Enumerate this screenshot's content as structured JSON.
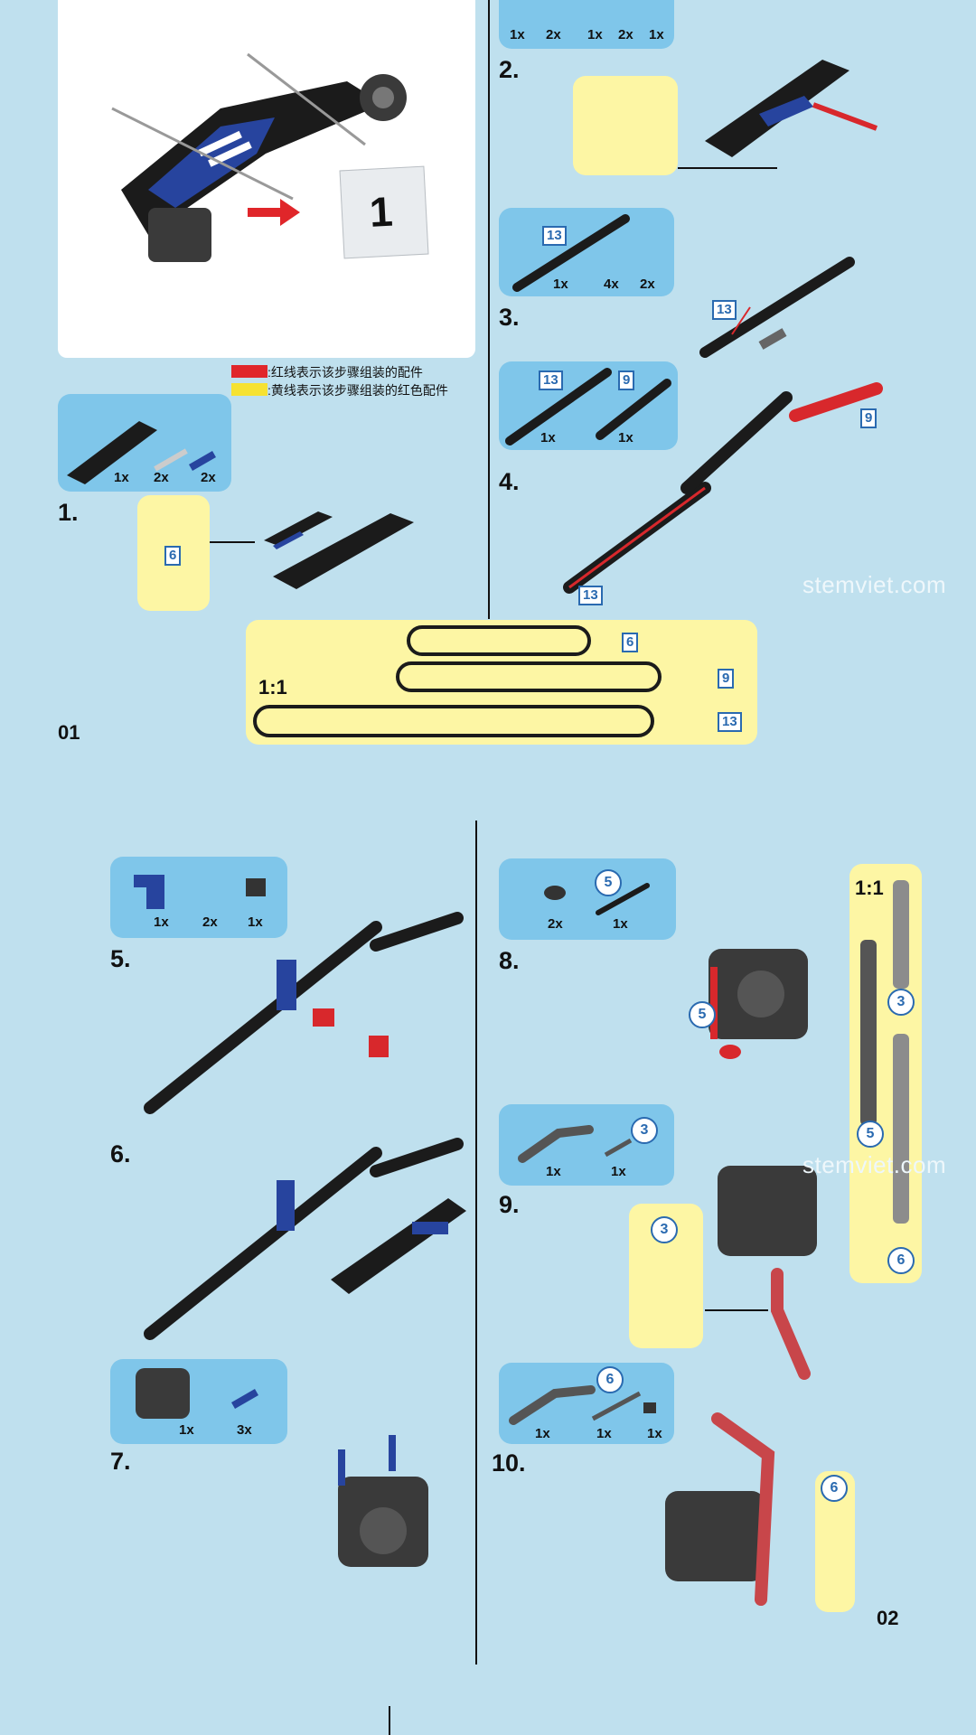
{
  "page_top": {
    "page_number": "01",
    "legend": [
      {
        "color": "#e0262a",
        "text": ":红线表示该步骤组装的配件"
      },
      {
        "color": "#f6e232",
        "text": ":黄线表示该步骤组装的红色配件"
      }
    ],
    "bag_number": "1",
    "steps": [
      {
        "number": "1.",
        "quantities": [
          "1x",
          "2x",
          "2x"
        ],
        "callout": "6"
      },
      {
        "number": "2.",
        "quantities": [
          "1x",
          "2x",
          "1x",
          "2x",
          "1x"
        ]
      },
      {
        "number": "3.",
        "quantities": [
          "1x",
          "4x",
          "2x"
        ],
        "beam": "13"
      },
      {
        "number": "4.",
        "quantities": [
          "1x",
          "1x"
        ],
        "beams": [
          "13",
          "9"
        ],
        "callouts": [
          "9",
          "13"
        ]
      }
    ],
    "scale": {
      "label": "1:1",
      "beams": [
        "6",
        "9",
        "13"
      ]
    }
  },
  "page_bottom": {
    "page_number": "02",
    "steps": [
      {
        "number": "5.",
        "quantities": [
          "1x",
          "2x",
          "1x"
        ]
      },
      {
        "number": "6."
      },
      {
        "number": "7.",
        "quantities": [
          "1x",
          "3x"
        ]
      },
      {
        "number": "8.",
        "quantities": [
          "2x",
          "1x"
        ],
        "axle": "5",
        "callout": "5"
      },
      {
        "number": "9.",
        "quantities": [
          "1x",
          "1x"
        ],
        "axle": "3",
        "callout": "3"
      },
      {
        "number": "10.",
        "quantities": [
          "1x",
          "1x",
          "1x"
        ],
        "axle": "6",
        "callout": "6"
      }
    ],
    "scale": {
      "label": "1:1",
      "axles": [
        "3",
        "5",
        "6"
      ]
    }
  },
  "watermark": "stemviet.com",
  "colors": {
    "background": "#bfe0ee",
    "panel": "#7fc6ea",
    "yellow_panel": "#fdf6a4",
    "beam": "#1b1b1b",
    "red": "#d8282c",
    "blue_part": "#27449e"
  }
}
